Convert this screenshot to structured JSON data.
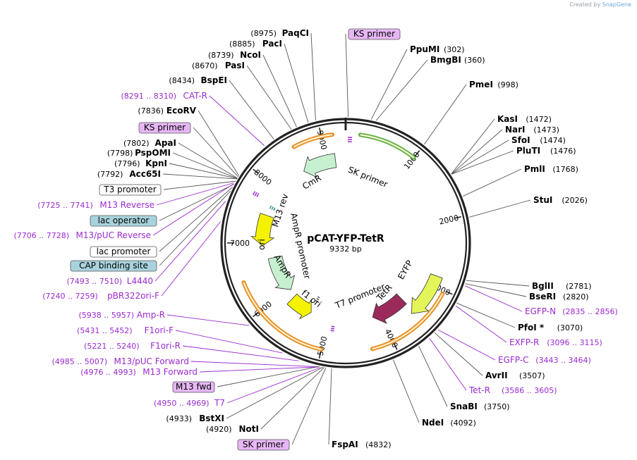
{
  "credit": {
    "prefix": "Created by",
    "brand": "SnapGene"
  },
  "plasmid": {
    "name": "pCAT-YFP-TetR",
    "size": "9332 bp",
    "length": 9332
  },
  "ruler": [
    {
      "pos": 1000,
      "text": "1000"
    },
    {
      "pos": 2000,
      "text": "2000"
    },
    {
      "pos": 3000,
      "text": "3000"
    },
    {
      "pos": 4000,
      "text": "4000"
    },
    {
      "pos": 5000,
      "text": "5000"
    },
    {
      "pos": 6000,
      "text": "6000"
    },
    {
      "pos": 7000,
      "text": "7000"
    },
    {
      "pos": 8000,
      "text": "8000"
    },
    {
      "pos": 9000,
      "text": "9000"
    }
  ],
  "sites": [
    {
      "pos": 8975,
      "name": "PaqCI",
      "coord": "(8975)",
      "kind": "enzyme",
      "align": "end"
    },
    {
      "pos": 8885,
      "name": "PacI",
      "coord": "(8885)",
      "kind": "enzyme",
      "align": "end"
    },
    {
      "pos": 8739,
      "name": "NcoI",
      "coord": "(8739)",
      "kind": "enzyme",
      "align": "end"
    },
    {
      "pos": 8670,
      "name": "PasI",
      "coord": "(8670)",
      "kind": "enzyme",
      "align": "end"
    },
    {
      "pos": 8434,
      "name": "BspEI",
      "coord": "(8434)",
      "kind": "enzyme",
      "align": "end"
    },
    {
      "pos": 8300,
      "name": "CAT-R",
      "coord": "(8291 .. 8310)",
      "kind": "primer",
      "align": "end"
    },
    {
      "pos": 7836,
      "name": "EcoRV",
      "coord": "(7836)",
      "kind": "enzyme",
      "align": "end"
    },
    {
      "pos": 7820,
      "name": "KS primer",
      "coord": "",
      "kind": "box-purple",
      "align": "end"
    },
    {
      "pos": 7802,
      "name": "ApaI",
      "coord": "(7802)",
      "kind": "enzyme",
      "align": "end"
    },
    {
      "pos": 7798,
      "name": "PspOMI",
      "coord": "(7798)",
      "kind": "enzyme",
      "align": "end"
    },
    {
      "pos": 7796,
      "name": "KpnI",
      "coord": "(7796)",
      "kind": "enzyme",
      "align": "end"
    },
    {
      "pos": 7792,
      "name": "Acc65I",
      "coord": "(7792)",
      "kind": "enzyme",
      "align": "end"
    },
    {
      "pos": 7760,
      "name": "T3 promoter",
      "coord": "",
      "kind": "box-white",
      "align": "end"
    },
    {
      "pos": 7733,
      "name": "M13 Reverse",
      "coord": "(7725 .. 7741)",
      "kind": "primer",
      "align": "end"
    },
    {
      "pos": 7720,
      "name": "lac operator",
      "coord": "",
      "kind": "box-teal",
      "align": "end"
    },
    {
      "pos": 7717,
      "name": "M13/pUC Reverse",
      "coord": "(7706 .. 7728)",
      "kind": "primer",
      "align": "end"
    },
    {
      "pos": 7680,
      "name": "lac promoter",
      "coord": "",
      "kind": "box-white",
      "align": "end"
    },
    {
      "pos": 7630,
      "name": "CAP binding site",
      "coord": "",
      "kind": "box-teal",
      "align": "end"
    },
    {
      "pos": 7501,
      "name": "L4440",
      "coord": "(7493 .. 7510)",
      "kind": "primer",
      "align": "end"
    },
    {
      "pos": 7250,
      "name": "pBR322ori-F",
      "coord": "(7240 .. 7259)",
      "kind": "primer",
      "align": "end"
    },
    {
      "pos": 5947,
      "name": "Amp-R",
      "coord": "(5938 .. 5957)",
      "kind": "primer",
      "align": "end"
    },
    {
      "pos": 5441,
      "name": "F1ori-F",
      "coord": "(5431 .. 5452)",
      "kind": "primer",
      "align": "end"
    },
    {
      "pos": 5230,
      "name": "F1ori-R",
      "coord": "(5221 .. 5240)",
      "kind": "primer",
      "align": "end"
    },
    {
      "pos": 4996,
      "name": "M13/pUC Forward",
      "coord": "(4985 .. 5007)",
      "kind": "primer",
      "align": "end"
    },
    {
      "pos": 4985,
      "name": "M13 Forward",
      "coord": "(4976 .. 4993)",
      "kind": "primer",
      "align": "end"
    },
    {
      "pos": 4975,
      "name": "M13 fwd",
      "coord": "",
      "kind": "box-purple",
      "align": "end"
    },
    {
      "pos": 4960,
      "name": "T7",
      "coord": "(4950 .. 4969)",
      "kind": "primer",
      "align": "end"
    },
    {
      "pos": 4933,
      "name": "BstXI",
      "coord": "(4933)",
      "kind": "enzyme",
      "align": "end"
    },
    {
      "pos": 4920,
      "name": "NotI",
      "coord": "(4920)",
      "kind": "enzyme",
      "align": "end"
    },
    {
      "pos": 4900,
      "name": "SK primer",
      "coord": "",
      "kind": "box-purple",
      "align": "end"
    },
    {
      "pos": 4832,
      "name": "FspAI",
      "coord": "(4832)",
      "kind": "enzyme",
      "align": "start"
    },
    {
      "pos": 4092,
      "name": "NdeI",
      "coord": "(4092)",
      "kind": "enzyme",
      "align": "start"
    },
    {
      "pos": 3750,
      "name": "SnaBI",
      "coord": "(3750)",
      "kind": "enzyme",
      "align": "start"
    },
    {
      "pos": 3595,
      "name": "Tet-R",
      "coord": "(3586 .. 3605)",
      "kind": "primer",
      "align": "start"
    },
    {
      "pos": 3507,
      "name": "AvrII",
      "coord": "(3507)",
      "kind": "enzyme",
      "align": "start"
    },
    {
      "pos": 3453,
      "name": "EGFP-C",
      "coord": "(3443 .. 3464)",
      "kind": "primer",
      "align": "start"
    },
    {
      "pos": 3105,
      "name": "EXFP-R",
      "coord": "(3096 .. 3115)",
      "kind": "primer",
      "align": "start"
    },
    {
      "pos": 3070,
      "name": "PfoI *",
      "coord": "(3070)",
      "kind": "enzyme",
      "align": "start"
    },
    {
      "pos": 2845,
      "name": "EGFP-N",
      "coord": "(2835 .. 2856)",
      "kind": "primer",
      "align": "start"
    },
    {
      "pos": 2820,
      "name": "BseRI",
      "coord": "(2820)",
      "kind": "enzyme",
      "align": "start"
    },
    {
      "pos": 2781,
      "name": "BglII",
      "coord": "(2781)",
      "kind": "enzyme",
      "align": "start"
    },
    {
      "pos": 2026,
      "name": "StuI",
      "coord": "(2026)",
      "kind": "enzyme",
      "align": "start"
    },
    {
      "pos": 1768,
      "name": "PmlI",
      "coord": "(1768)",
      "kind": "enzyme",
      "align": "start"
    },
    {
      "pos": 1476,
      "name": "PluTI",
      "coord": "(1476)",
      "kind": "enzyme",
      "align": "start"
    },
    {
      "pos": 1474,
      "name": "SfoI",
      "coord": "(1474)",
      "kind": "enzyme",
      "align": "start"
    },
    {
      "pos": 1473,
      "name": "NarI",
      "coord": "(1473)",
      "kind": "enzyme",
      "align": "start"
    },
    {
      "pos": 1472,
      "name": "KasI",
      "coord": "(1472)",
      "kind": "enzyme",
      "align": "start"
    },
    {
      "pos": 998,
      "name": "PmeI",
      "coord": "(998)",
      "kind": "enzyme",
      "align": "start"
    },
    {
      "pos": 360,
      "name": "BmgBI",
      "coord": "(360)",
      "kind": "enzyme",
      "align": "start"
    },
    {
      "pos": 302,
      "name": "PpuMI",
      "coord": "(302)",
      "kind": "enzyme",
      "align": "start"
    },
    {
      "pos": 30,
      "name": "KS primer",
      "coord": "",
      "kind": "box-purple",
      "align": "start"
    }
  ],
  "features": [
    {
      "name": "CmR",
      "start": 9150,
      "end": 8550,
      "dir": -1,
      "color": "#c6f0cf"
    },
    {
      "name": "EYFP",
      "start": 2850,
      "end": 3550,
      "dir": 1,
      "color": "#e4f55a"
    },
    {
      "name": "TetR",
      "start": 3500,
      "end": 4150,
      "dir": 1,
      "color": "#9b2a5a"
    },
    {
      "name": "ori",
      "start": 7500,
      "end": 6950,
      "dir": -1,
      "color": "#f5f200"
    },
    {
      "name": "AmpR",
      "start": 6700,
      "end": 5950,
      "dir": -1,
      "color": "#c6f0cf"
    },
    {
      "name": "f1 ori",
      "start": 5800,
      "end": 5350,
      "dir": -1,
      "color": "#f5f200"
    }
  ],
  "inner_labels": [
    {
      "text": "CmR"
    },
    {
      "text": "SK primer"
    },
    {
      "text": "M13 rev"
    },
    {
      "text": "AmpR promoter"
    },
    {
      "text": "ori"
    },
    {
      "text": "AmpR"
    },
    {
      "text": "f1 ori"
    },
    {
      "text": "T7 promoter"
    },
    {
      "text": "TetR"
    },
    {
      "text": "EYFP"
    }
  ]
}
